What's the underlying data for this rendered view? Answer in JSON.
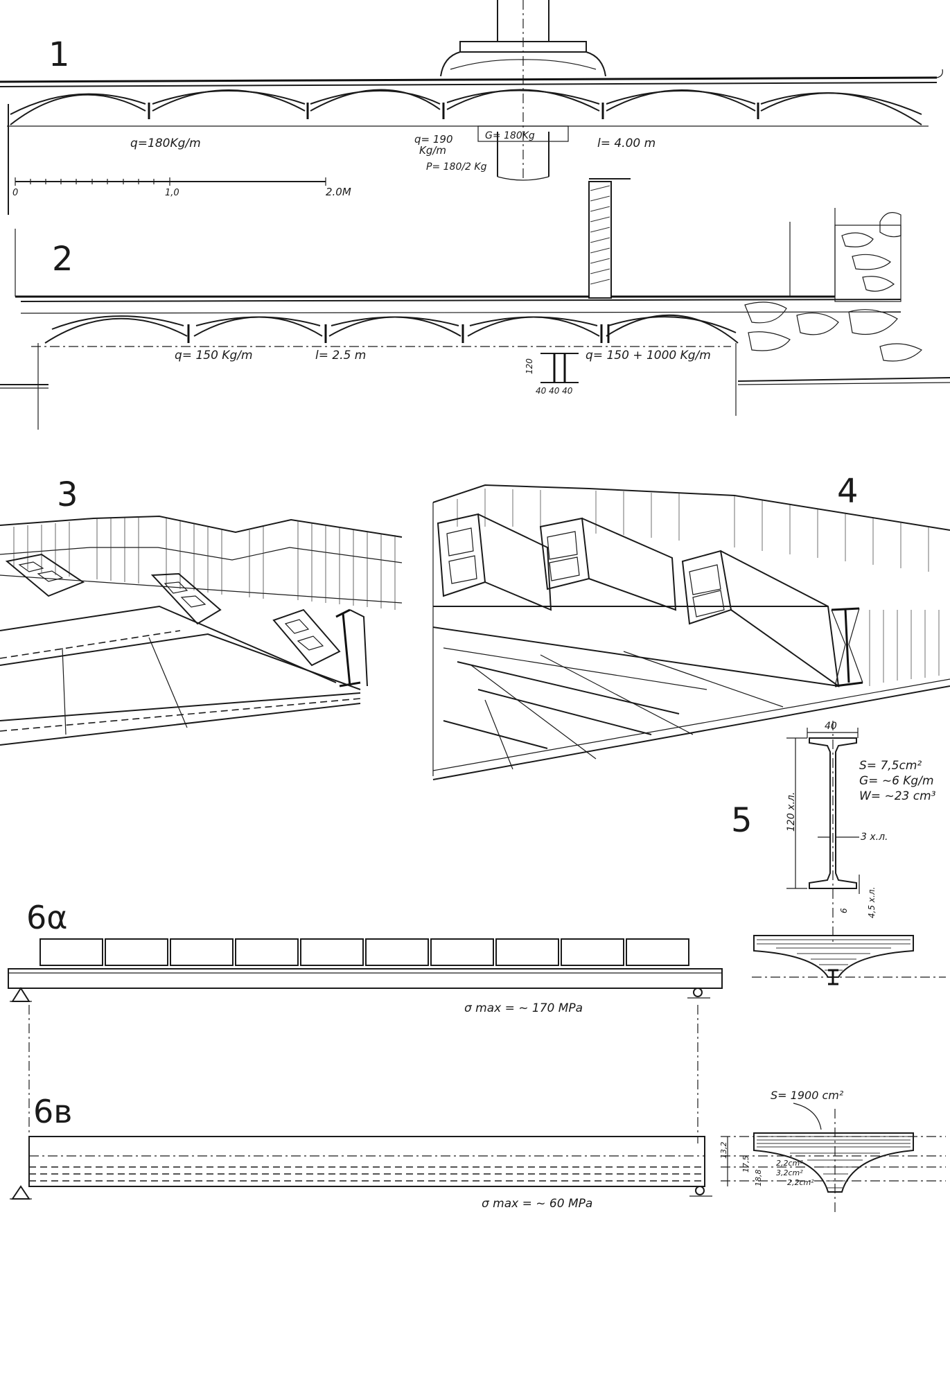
{
  "figures": {
    "fig1": {
      "number": "1",
      "q1": "q=180Kg/m",
      "q2a": "q= 190",
      "q2b": "Kg/m",
      "p": "P= 180/2 Kg",
      "g": "G= 180Kg",
      "span": "l= 4.00 m",
      "scale": {
        "s0": "0",
        "s1": "1,0",
        "s2": "2.0M"
      }
    },
    "fig2": {
      "number": "2",
      "q1": "q= 150 Kg/m",
      "span": "l= 2.5 m",
      "q2": "q= 150 + 1000 Kg/m",
      "dim_h": "120",
      "dim_w": "40 40 40"
    },
    "fig3": {
      "number": "3"
    },
    "fig4": {
      "number": "4"
    },
    "fig5": {
      "number": "5",
      "flange": "40",
      "area": "S= 7,5cm²",
      "weight": "G= ~6 Kg/m",
      "modulus": "W= ~23 cm³",
      "height": "120 x.л.",
      "web": "3 x.л.",
      "flange_t": "4,5 x.л.",
      "six": "6"
    },
    "fig6a": {
      "number": "6α",
      "stress": "σ max = ~ 170 MPa"
    },
    "fig6b": {
      "number": "6в",
      "stress": "σ max = ~ 60 MPa",
      "area": "S= 1900 cm²",
      "d1": "13,2",
      "d2": "17,5",
      "d3": "18,8",
      "a1": "2,2cm²",
      "a2": "3,2cm²",
      "a3": "2,2cm²"
    }
  }
}
